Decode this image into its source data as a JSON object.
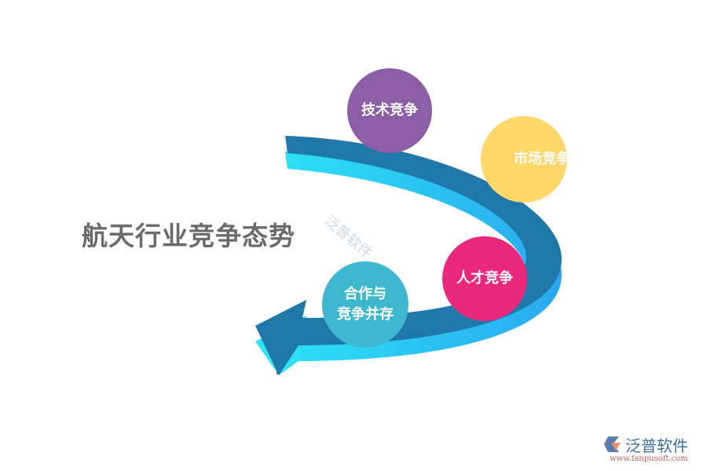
{
  "title": "航天行业竞争态势",
  "items": [
    {
      "label": "技术竞争",
      "color": "#8b5ea6"
    },
    {
      "label": "市场竞争",
      "color": "#fdd76a"
    },
    {
      "label": "人才竞争",
      "color": "#e8287a"
    },
    {
      "line1": "合作与",
      "line2": "竞争并存",
      "color": "#3fb8cf"
    }
  ],
  "arrow": {
    "top_color": "#1f78a8",
    "side_color": "#2ee6f5",
    "icon": "curved-arrow-left"
  },
  "watermark": "泛普软件",
  "logo": {
    "name": "泛普软件",
    "url": "www.fanpusoft.com"
  }
}
